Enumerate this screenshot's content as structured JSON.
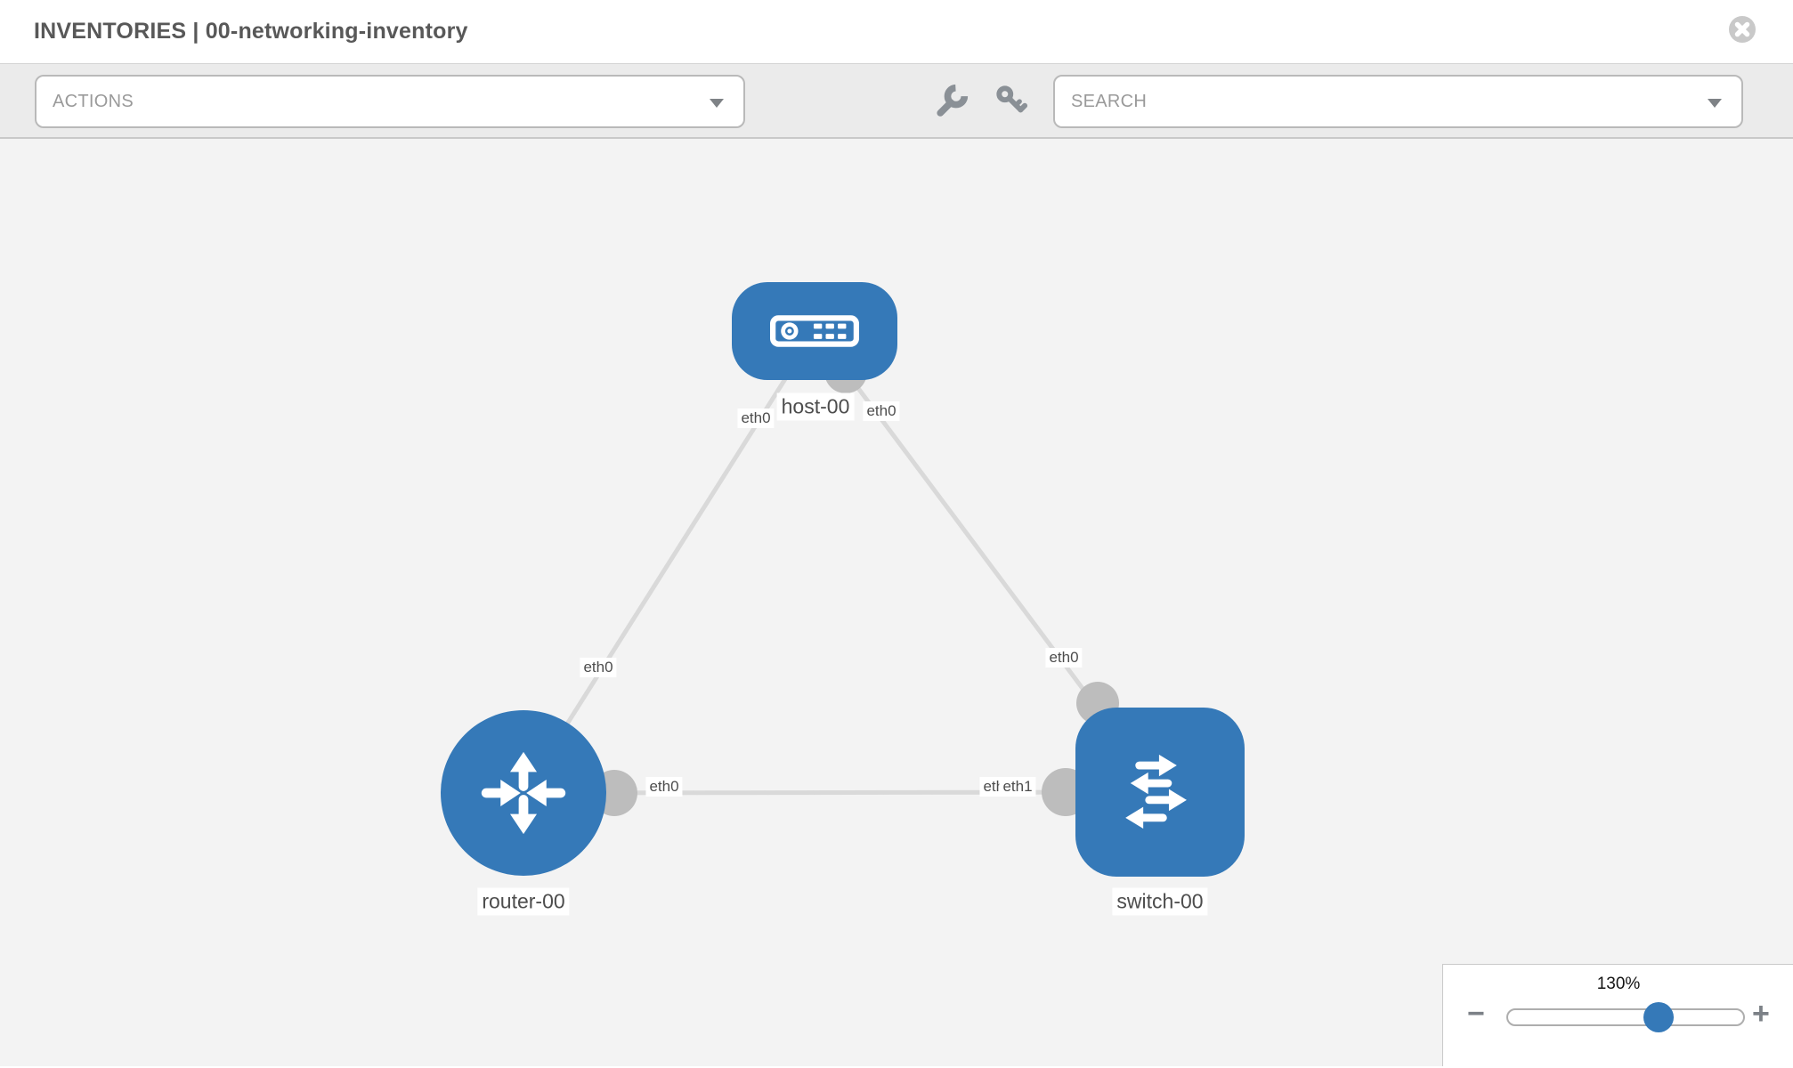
{
  "header": {
    "title": "INVENTORIES | 00-networking-inventory",
    "close_icon": "close-icon"
  },
  "toolbar": {
    "actions_dropdown": "ACTIONS",
    "search_dropdown": "SEARCH",
    "icons": {
      "left_button": "wrench-icon",
      "right_button": "key-icon",
      "dropdown_caret": "chevron-down-icon"
    }
  },
  "topology": {
    "nodes": [
      {
        "id": "host-00",
        "type": "host",
        "label": "host-00",
        "icon": "host-icon"
      },
      {
        "id": "router-00",
        "type": "router",
        "label": "router-00",
        "icon": "router-icon"
      },
      {
        "id": "switch-00",
        "type": "switch",
        "label": "switch-00",
        "icon": "switch-icon"
      }
    ],
    "links": [
      {
        "from": "host-00",
        "to": "router-00",
        "from_label": "eth0",
        "to_label": "eth0"
      },
      {
        "from": "host-00",
        "to": "switch-00",
        "from_label": "eth0",
        "to_label": "eth0"
      },
      {
        "from": "router-00",
        "to": "switch-00",
        "from_label": "eth0",
        "to_label": "eth1",
        "to_label_overlapped": "eth0"
      }
    ]
  },
  "zoom_control": {
    "value": "130%",
    "minus": "−",
    "plus": "+"
  },
  "colors": {
    "node_blue": "#3579b8",
    "link_gray": "#d9d9d9",
    "connector_gray": "#bdbdbd",
    "toolbar_bg": "#ebebeb",
    "canvas_bg": "#f3f3f3",
    "toolbar_icon_gray": "#8a9096",
    "title_gray": "#585858"
  }
}
